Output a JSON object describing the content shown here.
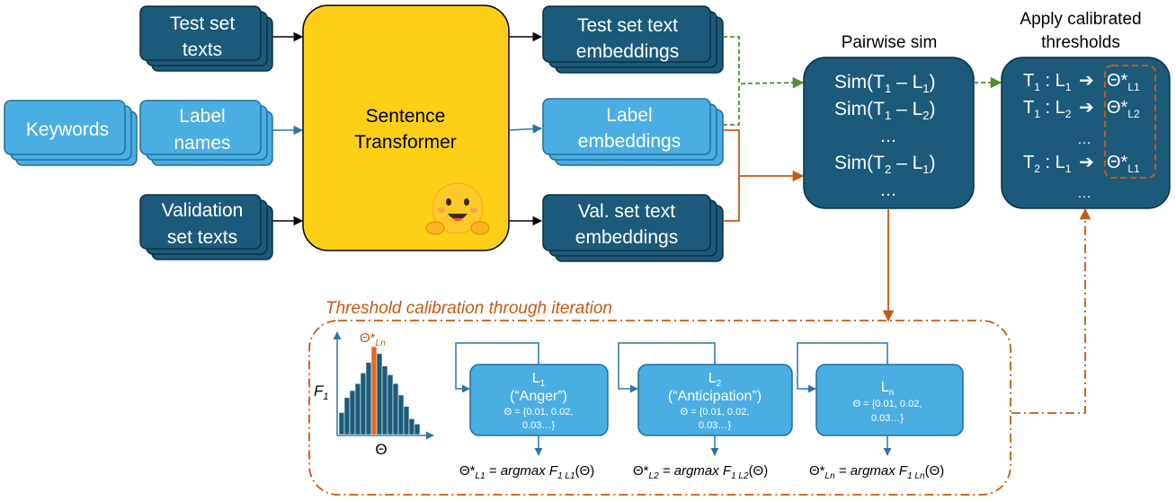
{
  "inputs": {
    "test_texts": [
      "Test set",
      "texts"
    ],
    "keywords": "Keywords",
    "label_names": [
      "Label",
      "names"
    ],
    "validation_texts": [
      "Validation",
      "set texts"
    ]
  },
  "transformer": {
    "label_line1": "Sentence",
    "label_line2": "Transformer",
    "logo_icon": "hugging-face-emoji"
  },
  "embeddings": {
    "test": [
      "Test set text",
      "embeddings"
    ],
    "label": [
      "Label",
      "embeddings"
    ],
    "val": [
      "Val. set text",
      "embeddings"
    ]
  },
  "pairwise": {
    "title": "Pairwise sim",
    "rows": [
      {
        "prefix": "Sim(T",
        "a": "1",
        "mid": " – L",
        "b": "1",
        "suffix": ")"
      },
      {
        "prefix": "Sim(T",
        "a": "1",
        "mid": " – L",
        "b": "2",
        "suffix": ")"
      },
      {
        "prefix": "…"
      },
      {
        "prefix": "Sim(T",
        "a": "2",
        "mid": " – L",
        "b": "1",
        "suffix": ")"
      },
      {
        "prefix": "…"
      }
    ]
  },
  "apply": {
    "title_line1": "Apply calibrated",
    "title_line2": "thresholds",
    "rows": [
      {
        "t": "1",
        "l": "1",
        "theta_sub": "L1"
      },
      {
        "t": "1",
        "l": "2",
        "theta_sub": "L2"
      },
      {
        "ellipsis": "…"
      },
      {
        "t": "2",
        "l": "1",
        "theta_sub": "L1"
      },
      {
        "ellipsis": "…"
      }
    ],
    "theta_symbol": "Θ*"
  },
  "calibration": {
    "title": "Threshold calibration through iteration",
    "histogram": {
      "y_label": "F",
      "y_label_sub": "1",
      "x_label": "Θ",
      "marker_label": "Θ*",
      "marker_sub": "Ln",
      "bar_heights": [
        0.25,
        0.42,
        0.5,
        0.58,
        0.7,
        0.82,
        1.0,
        0.92,
        0.78,
        0.68,
        0.58,
        0.45,
        0.32,
        0.18,
        0.12
      ],
      "highlight_index": 6
    },
    "labels": [
      {
        "name": "L",
        "sub": "1",
        "emotion": "(“Anger”)",
        "theta_line1": "Θ = {0.01, 0.02,",
        "theta_line2": "0.03…}",
        "result": {
          "lhs": "Θ*",
          "lhs_sub": "L1",
          "eq": " = argmax F",
          "f_sub": "1 L1",
          "arg": "(Θ)"
        }
      },
      {
        "name": "L",
        "sub": "2",
        "emotion": "(“Anticipation”)",
        "theta_line1": "Θ =  {0.01, 0.02,",
        "theta_line2": "0.03…}",
        "result": {
          "lhs": "Θ*",
          "lhs_sub": "L2",
          "eq": " = argmax F",
          "f_sub": "1 L2",
          "arg": "(Θ)"
        }
      },
      {
        "name": "L",
        "sub": "n",
        "emotion": "",
        "theta_line1": "Θ = {0.01, 0.02,",
        "theta_line2": "0.03…}",
        "result": {
          "lhs": "Θ*",
          "lhs_sub": "Ln",
          "eq": " = argmax F",
          "f_sub": "1 Ln",
          "arg": "(Θ)"
        }
      }
    ]
  },
  "colors": {
    "dark_blue": "#1b5a7a",
    "light_blue": "#4aaee2",
    "yellow": "#fdd017",
    "orange": "#c55a11",
    "green": "#4e8f2e",
    "steel": "#2e75a6",
    "highlight_bar": "#e06a1c"
  }
}
